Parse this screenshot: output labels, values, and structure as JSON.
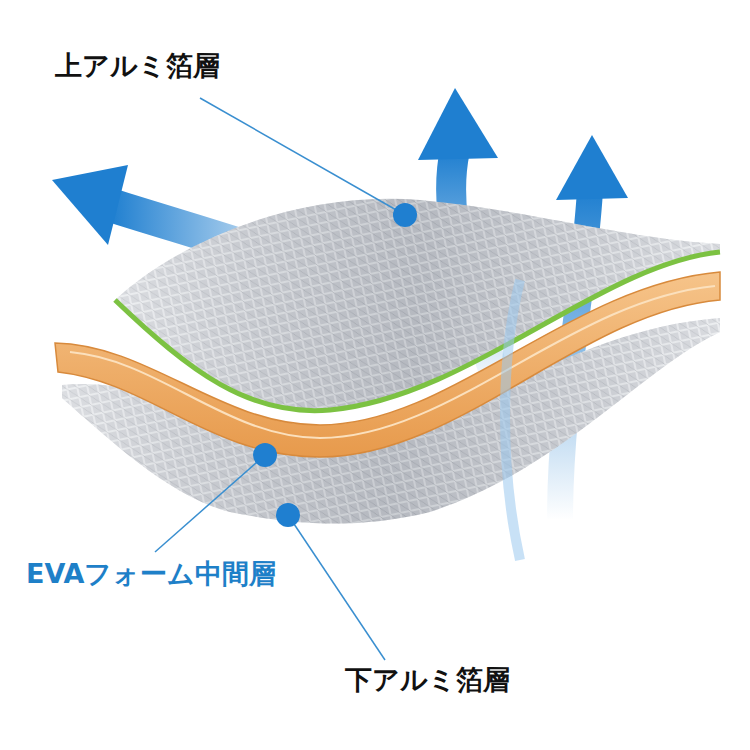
{
  "diagram": {
    "labels": [
      "上アルミ箔層",
      "EVAフォーム中間層",
      "下アルミ箔層"
    ]
  }
}
